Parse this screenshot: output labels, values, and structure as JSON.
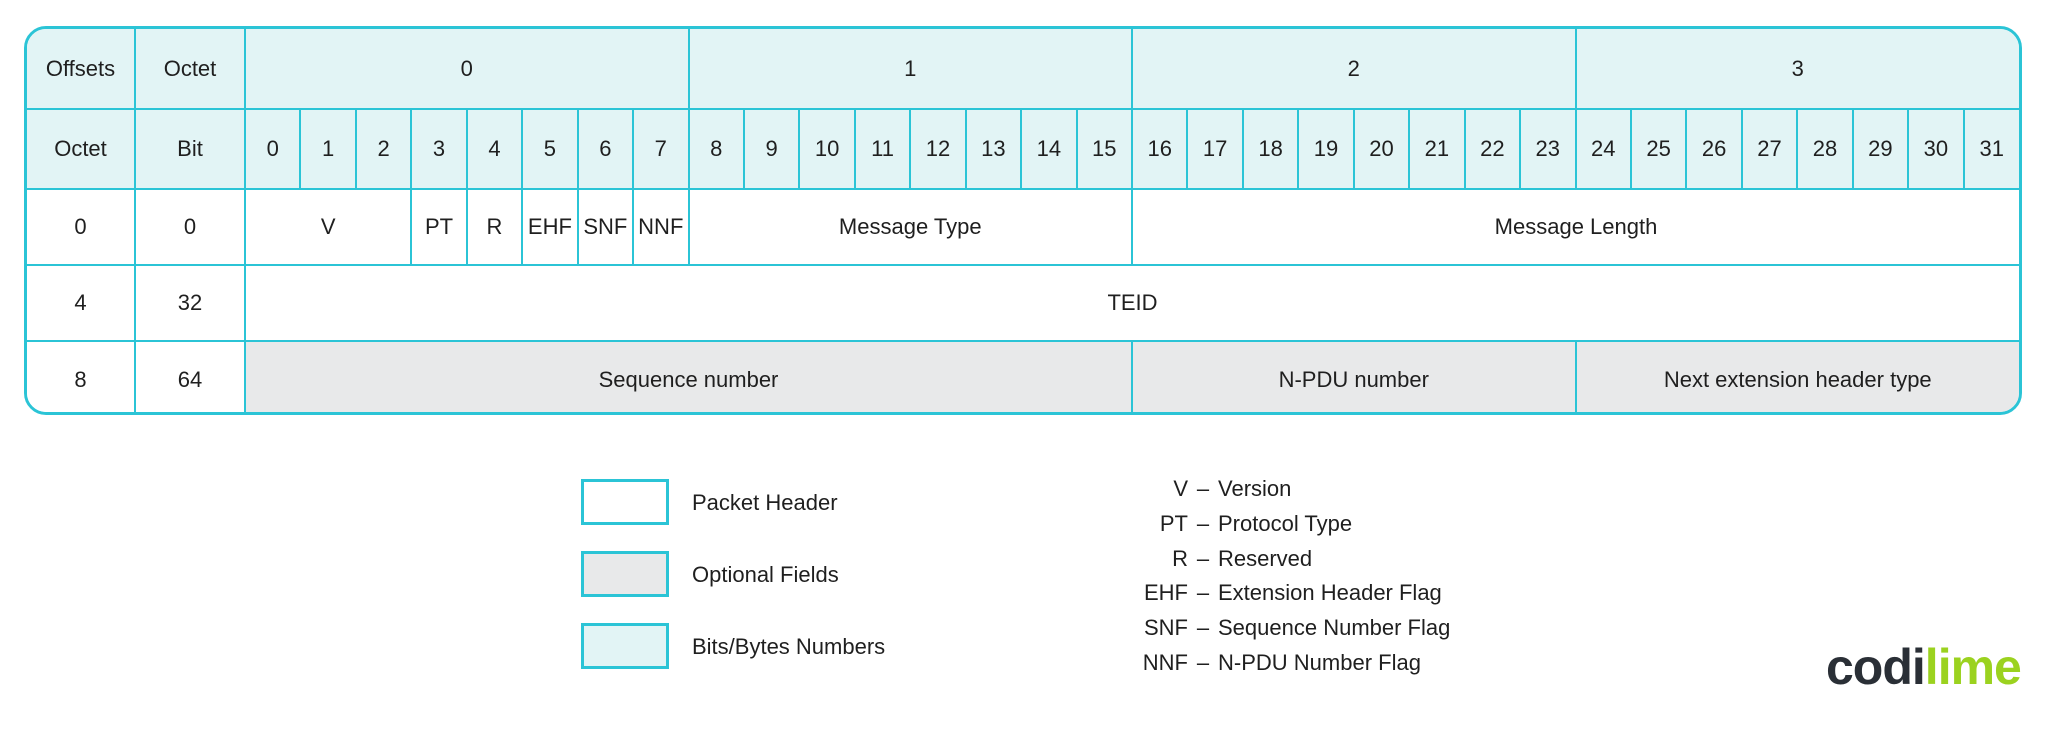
{
  "table": {
    "corner_top_left": "Offsets",
    "corner_top_right": "Octet",
    "corner_bottom_left": "Octet",
    "corner_bottom_right": "Bit",
    "octet_numbers": [
      "0",
      "1",
      "2",
      "3"
    ],
    "bit_numbers": [
      "0",
      "1",
      "2",
      "3",
      "4",
      "5",
      "6",
      "7",
      "8",
      "9",
      "10",
      "11",
      "12",
      "13",
      "14",
      "15",
      "16",
      "17",
      "18",
      "19",
      "20",
      "21",
      "22",
      "23",
      "24",
      "25",
      "26",
      "27",
      "28",
      "29",
      "30",
      "31"
    ],
    "rows": [
      {
        "offset_octet": "0",
        "offset_bit": "0",
        "type": "Packet Header",
        "fields": [
          {
            "label": "V",
            "bits": 3
          },
          {
            "label": "PT",
            "bits": 1
          },
          {
            "label": "R",
            "bits": 1
          },
          {
            "label": "EHF",
            "bits": 1
          },
          {
            "label": "SNF",
            "bits": 1
          },
          {
            "label": "NNF",
            "bits": 1
          },
          {
            "label": "Message Type",
            "bits": 8
          },
          {
            "label": "Message Length",
            "bits": 16
          }
        ]
      },
      {
        "offset_octet": "4",
        "offset_bit": "32",
        "type": "Packet Header",
        "fields": [
          {
            "label": "TEID",
            "bits": 32
          }
        ]
      },
      {
        "offset_octet": "8",
        "offset_bit": "64",
        "type": "Optional Fields",
        "fields": [
          {
            "label": "Sequence number",
            "bits": 16
          },
          {
            "label": "N-PDU number",
            "bits": 8
          },
          {
            "label": "Next extension header type",
            "bits": 8
          }
        ]
      }
    ]
  },
  "legend": {
    "packet_header": "Packet Header",
    "optional_fields": "Optional Fields",
    "numbers": "Bits/Bytes Numbers"
  },
  "abbreviations": [
    {
      "key": "V",
      "dash": "–",
      "meaning": "Version"
    },
    {
      "key": "PT",
      "dash": "–",
      "meaning": "Protocol Type"
    },
    {
      "key": "R",
      "dash": "–",
      "meaning": "Reserved"
    },
    {
      "key": "EHF",
      "dash": "–",
      "meaning": "Extension Header Flag"
    },
    {
      "key": "SNF",
      "dash": "–",
      "meaning": "Sequence Number Flag"
    },
    {
      "key": "NNF",
      "dash": "–",
      "meaning": "N-PDU Number Flag"
    }
  ],
  "logo": {
    "part1": "codi",
    "part2": "lime"
  },
  "colors": {
    "border": "#2bc4d6",
    "numbers_fill": "#e2f4f5",
    "optional_fill": "#e8e9ea",
    "header_fill": "#ffffff",
    "logo_dark": "#2a2f36",
    "logo_green": "#9bd21f"
  }
}
